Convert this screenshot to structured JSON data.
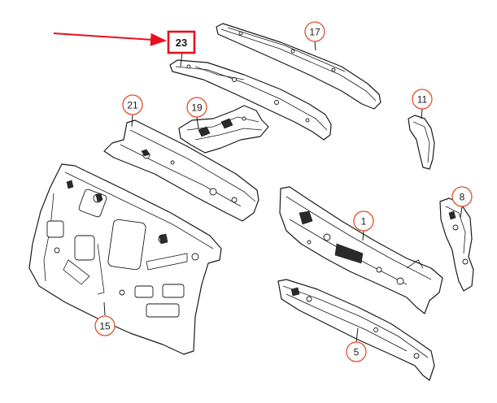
{
  "callouts": {
    "c23": "23",
    "c17": "17",
    "c21": "21",
    "c19": "19",
    "c11": "11",
    "c8": "8",
    "c1": "1",
    "c15": "15",
    "c5": "5"
  },
  "colors": {
    "callout_ring": "#e0502a",
    "highlight_box": "#e8101c",
    "pointer_arrow": "#e8101c",
    "line_art": "#1a1a1a"
  },
  "icons": {
    "pointer": "arrow-right-icon"
  }
}
